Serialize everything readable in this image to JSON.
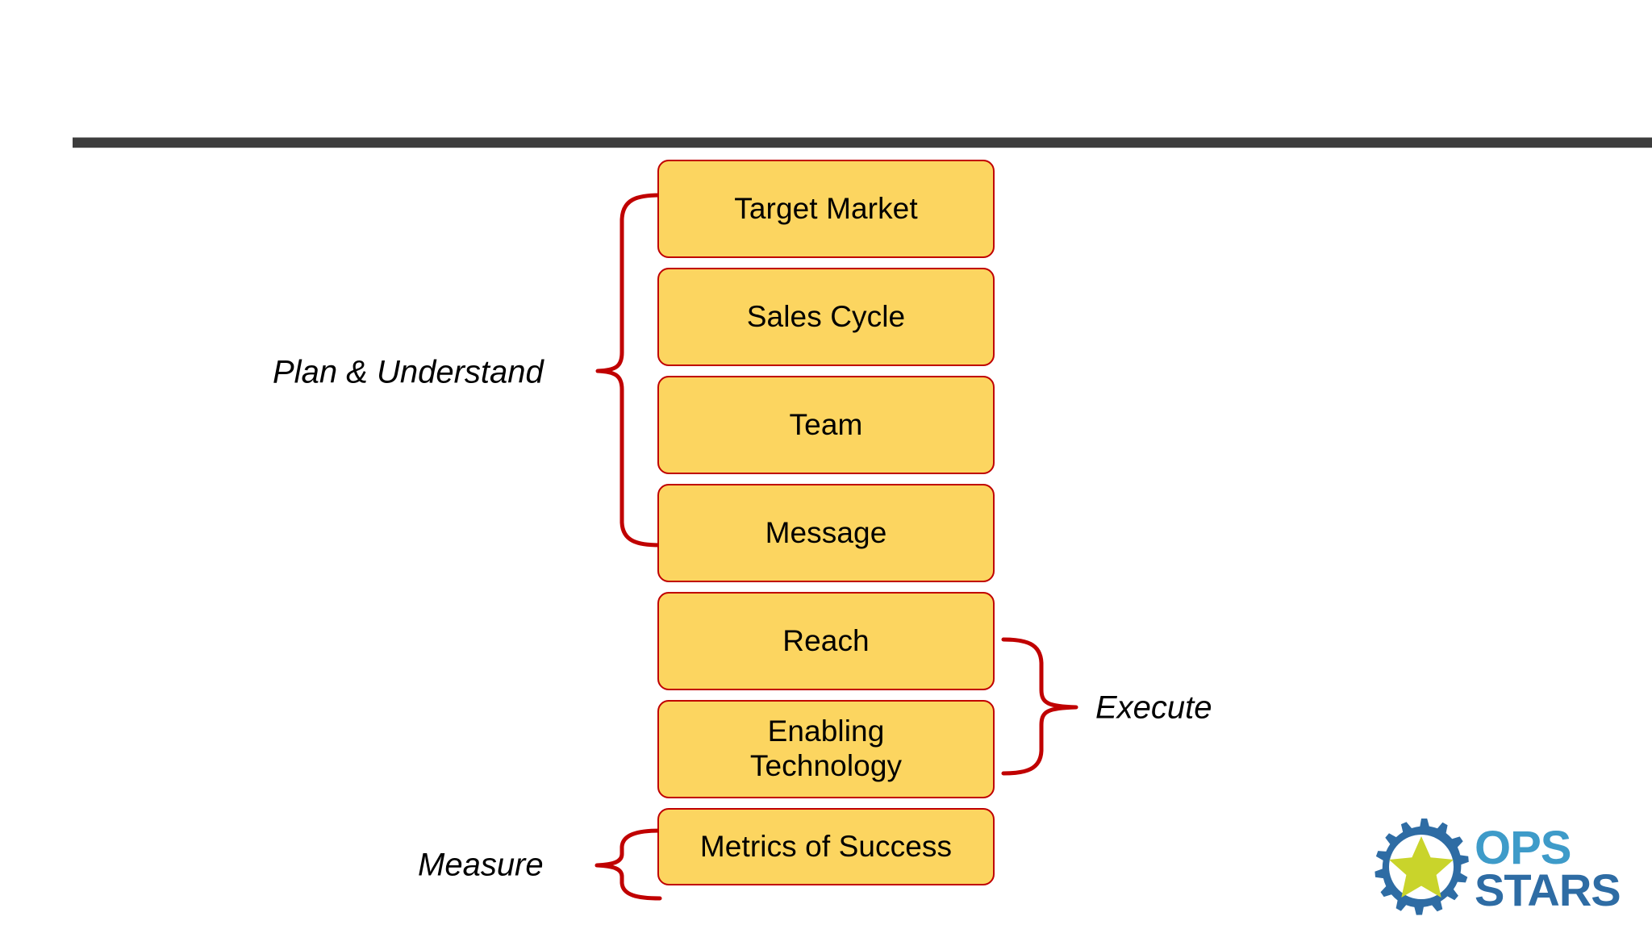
{
  "slide": {
    "background_color": "#ffffff",
    "divider_color": "#3d3d3d"
  },
  "diagram": {
    "type": "grouped-stack",
    "box_fill": "#FCD560",
    "box_border": "#C00000",
    "brace_color": "#C00000",
    "boxes": [
      {
        "id": "target-market",
        "label": "Target Market",
        "group": "plan-understand",
        "height": "tall"
      },
      {
        "id": "sales-cycle",
        "label": "Sales Cycle",
        "group": "plan-understand",
        "height": "tall"
      },
      {
        "id": "team",
        "label": "Team",
        "group": "plan-understand",
        "height": "tall"
      },
      {
        "id": "message",
        "label": "Message",
        "group": "plan-understand",
        "height": "tall"
      },
      {
        "id": "reach",
        "label": "Reach",
        "group": "execute",
        "height": "tall"
      },
      {
        "id": "enabling-technology",
        "label": "Enabling\nTechnology",
        "group": "execute",
        "height": "tall"
      },
      {
        "id": "metrics-of-success",
        "label": "Metrics of Success",
        "group": "measure",
        "height": "short"
      }
    ],
    "groups": [
      {
        "id": "plan-understand",
        "label": "Plan & Understand",
        "brace_side": "left"
      },
      {
        "id": "execute",
        "label": "Execute",
        "brace_side": "right"
      },
      {
        "id": "measure",
        "label": "Measure",
        "brace_side": "left"
      }
    ]
  },
  "logo": {
    "name": "opsstars-logo",
    "word_top": "OPS",
    "word_bottom": "STARS",
    "gear_color": "#2E6CA4",
    "star_color": "#C9D42B",
    "word_top_color": "#3E9BC9",
    "word_bottom_color": "#2E6CA4"
  }
}
